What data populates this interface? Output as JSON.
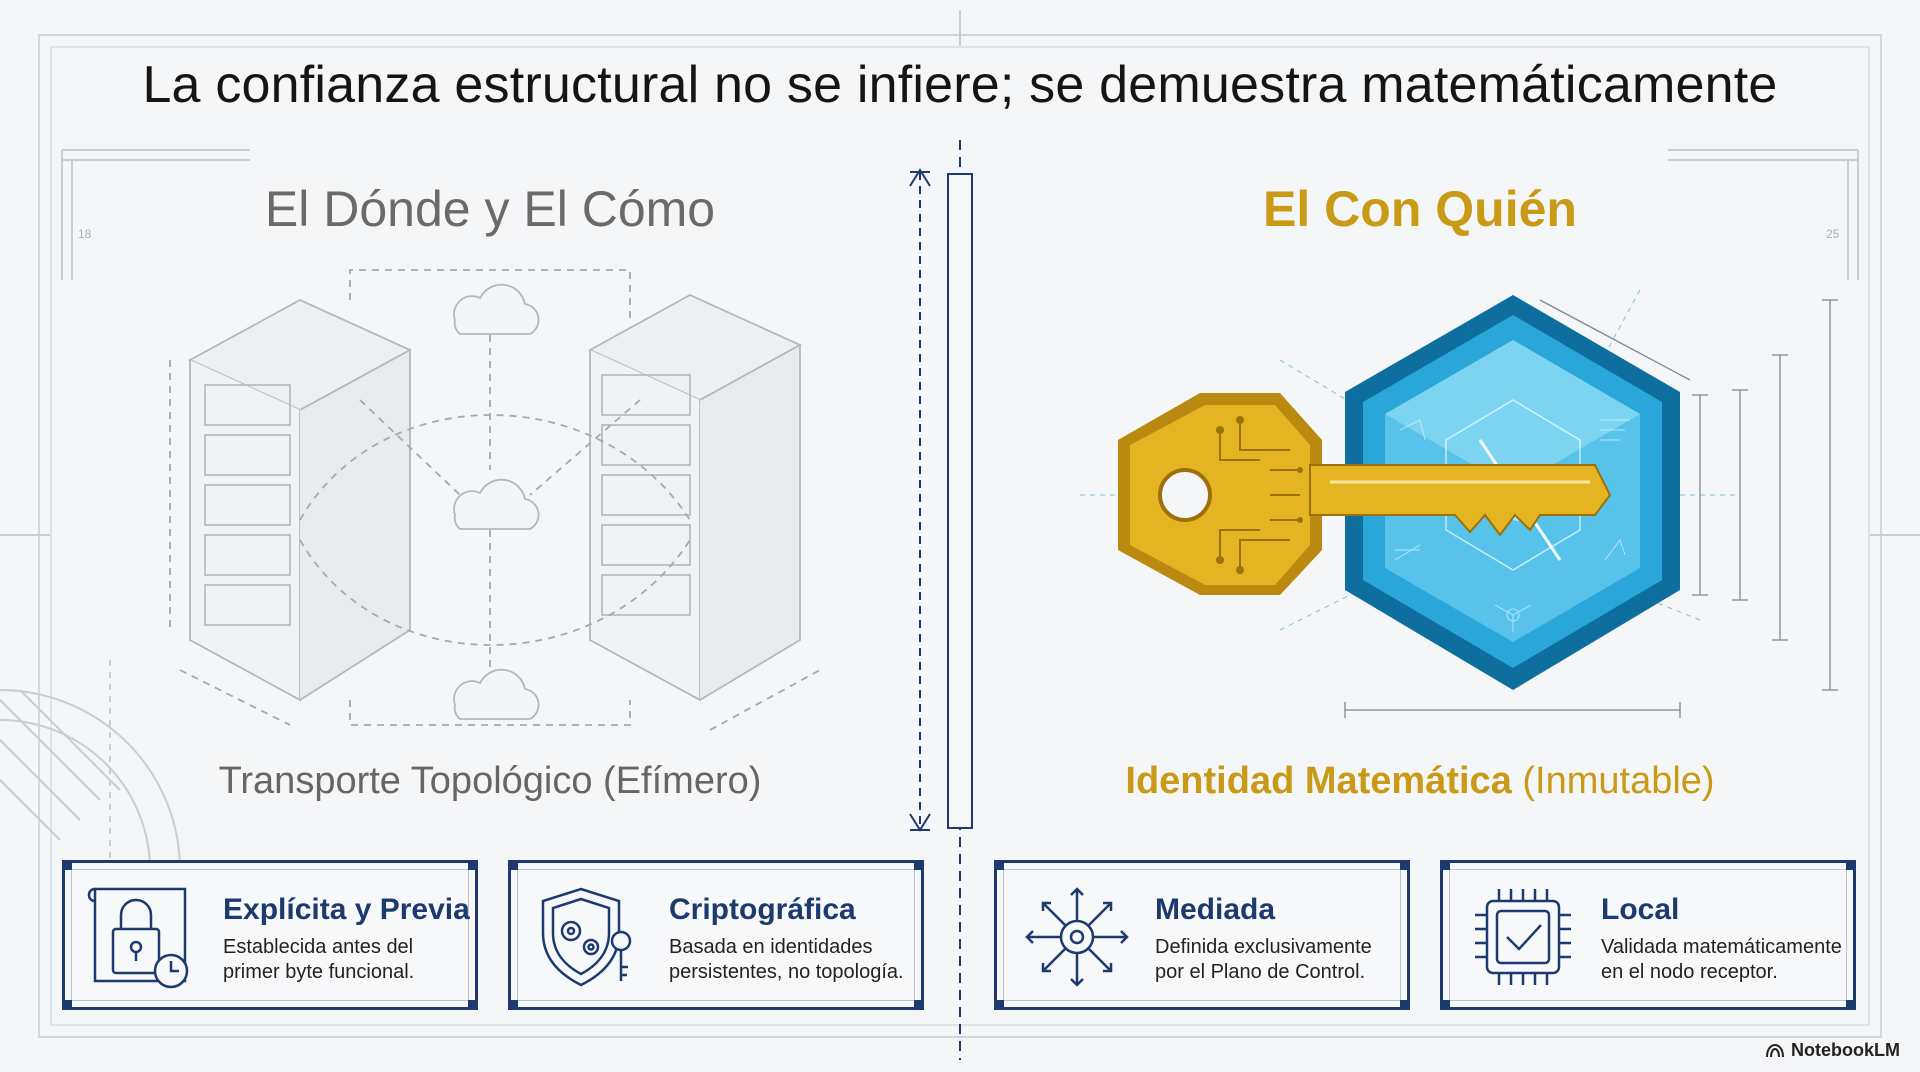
{
  "header": {
    "title": "La confianza estructural no se infiere; se demuestra matemáticamente"
  },
  "left": {
    "title": "El Dónde y El Cómo",
    "subtitle": "Transporte Topológico (Efímero)"
  },
  "right": {
    "title": "El Con Quién",
    "subtitle_bold": "Identidad Matemática",
    "subtitle_rest": "(Inmutable)"
  },
  "ruler": {
    "left_num": "18",
    "right_num": "25"
  },
  "cards": [
    {
      "title": "Explícita y Previa",
      "desc": "Establecida antes del primer byte funcional.",
      "icon": "lock-blueprint-icon"
    },
    {
      "title": "Criptográfica",
      "desc": "Basada en identidades persistentes, no topología.",
      "icon": "shield-key-icon"
    },
    {
      "title": "Mediada",
      "desc": "Definida exclusivamente por el Plano de Control.",
      "icon": "hub-arrows-icon"
    },
    {
      "title": "Local",
      "desc": "Validada matemáticamente en el nodo receptor.",
      "icon": "chip-check-icon"
    }
  ],
  "colors": {
    "navy": "#1d3a6e",
    "gold": "#c99a15",
    "gray": "#6a6a6a",
    "cyan": "#2aa6d8"
  },
  "brand": {
    "name": "NotebookLM"
  }
}
